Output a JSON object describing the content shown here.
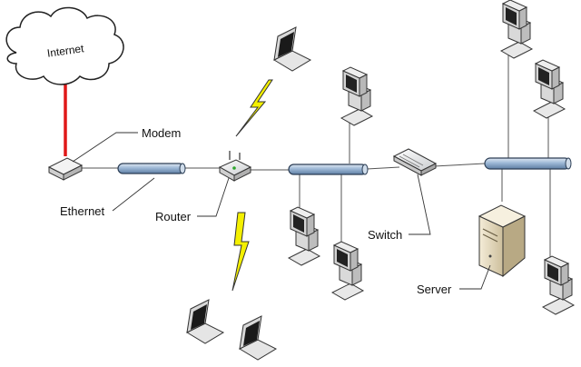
{
  "labels": {
    "internet": "Internet",
    "modem": "Modem",
    "ethernet": "Ethernet",
    "router": "Router",
    "switch": "Switch",
    "server": "Server"
  },
  "colors": {
    "cable_fill": "#9db8d6",
    "cable_stroke": "#2c3e55",
    "red_link": "#e01818",
    "bolt": "#f4f000",
    "line": "#555555"
  },
  "icons": [
    "cloud-icon",
    "modem-icon",
    "router-icon",
    "switch-icon",
    "server-icon",
    "desktop-icon",
    "laptop-icon",
    "wireless-bolt-icon"
  ]
}
